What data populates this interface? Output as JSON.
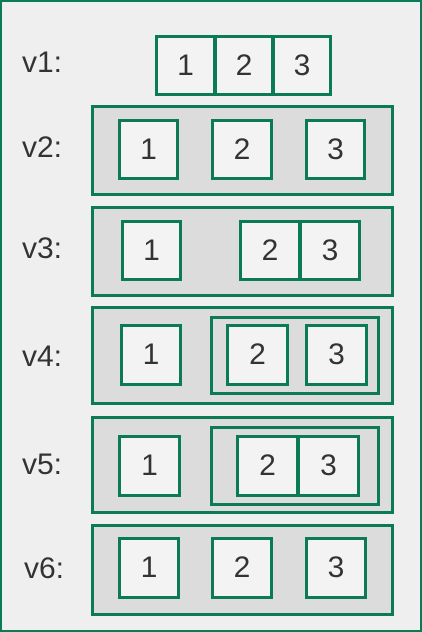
{
  "rows": [
    {
      "label": "v1:",
      "items": [
        "1",
        "2",
        "3"
      ]
    },
    {
      "label": "v2:",
      "items": [
        "1",
        "2",
        "3"
      ]
    },
    {
      "label": "v3:",
      "items": [
        "1",
        "2",
        "3"
      ]
    },
    {
      "label": "v4:",
      "items": [
        "1",
        "2",
        "3"
      ]
    },
    {
      "label": "v5:",
      "items": [
        "1",
        "2",
        "3"
      ]
    },
    {
      "label": "v6:",
      "items": [
        "1",
        "2",
        "3"
      ]
    }
  ],
  "colors": {
    "border": "#0b7a57",
    "container_fill": "#dcdcdc",
    "item_fill": "#f3f3f3",
    "text": "#333333"
  }
}
